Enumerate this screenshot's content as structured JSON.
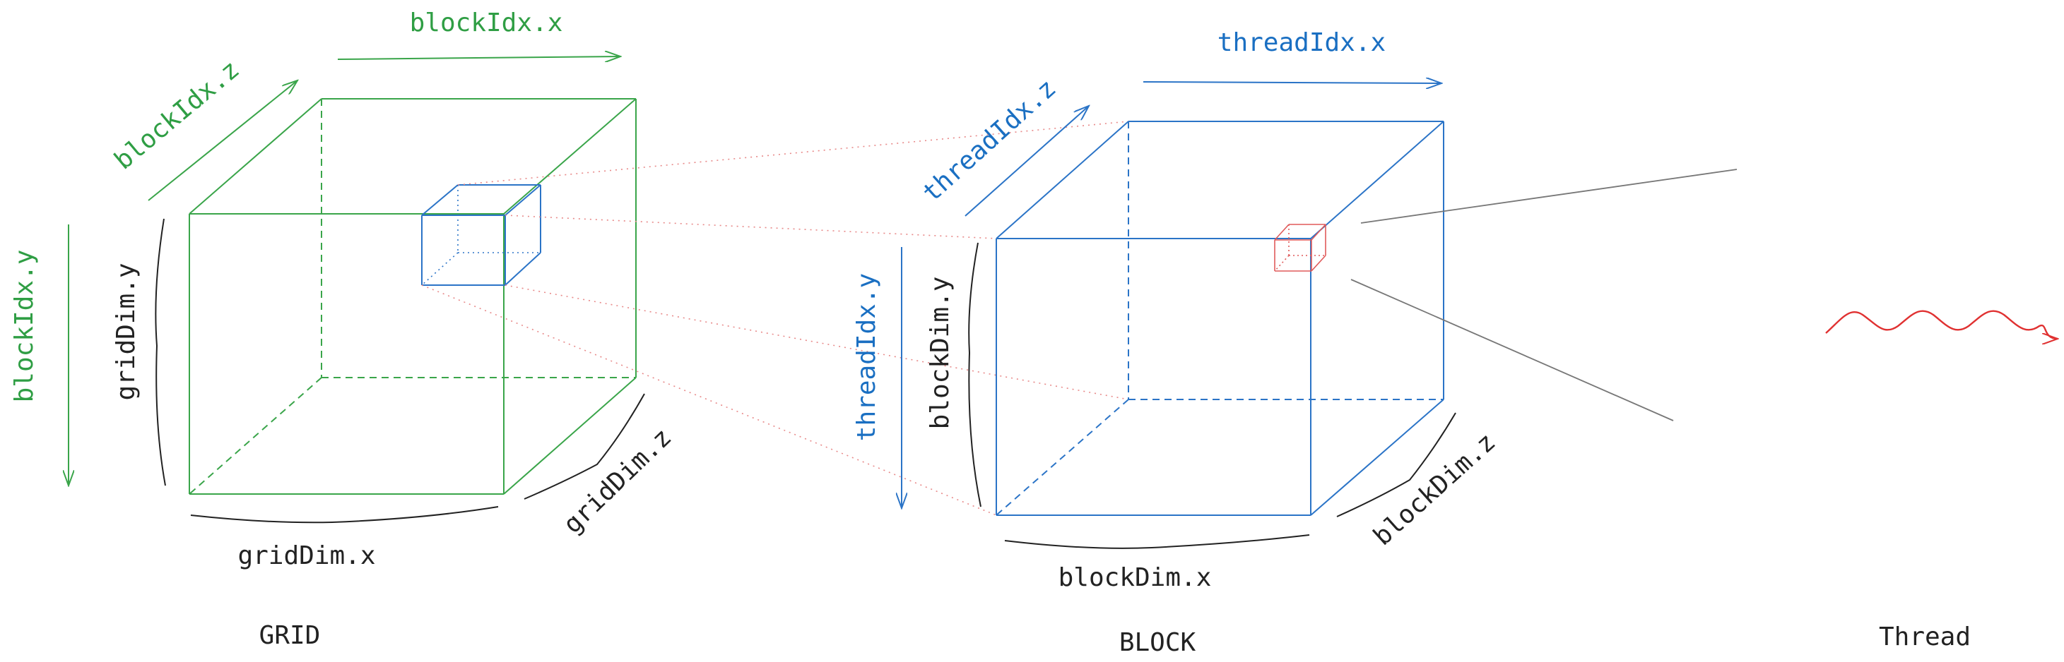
{
  "grid": {
    "caption": "GRID",
    "index_x": "blockIdx.x",
    "index_y": "blockIdx.y",
    "index_z": "blockIdx.z",
    "dim_x": "gridDim.x",
    "dim_y": "gridDim.y",
    "dim_z": "gridDim.z",
    "color": "#2f9e44"
  },
  "block": {
    "caption": "BLOCK",
    "index_x": "threadIdx.x",
    "index_y": "threadIdx.y",
    "index_z": "threadIdx.z",
    "dim_x": "blockDim.x",
    "dim_y": "blockDim.y",
    "dim_z": "blockDim.z",
    "color": "#1a6fc2"
  },
  "thread": {
    "caption": "Thread",
    "color": "#e03131"
  }
}
